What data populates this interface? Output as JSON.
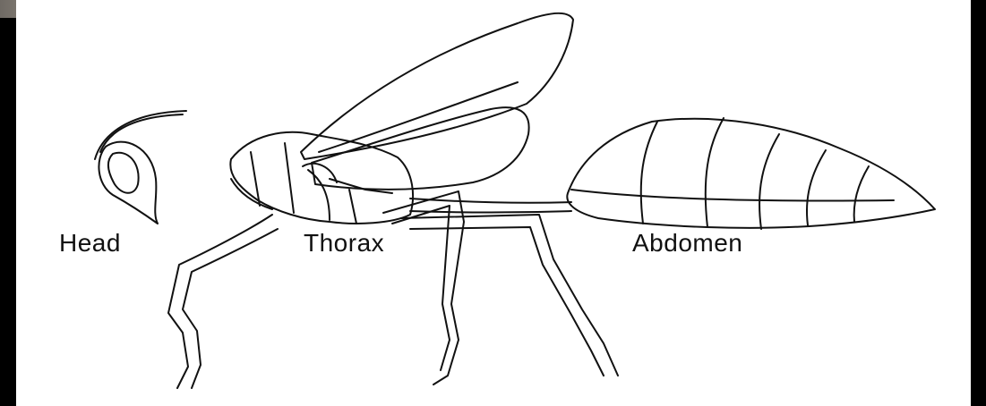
{
  "labels": {
    "head": "Head",
    "thorax": "Thorax",
    "abdomen": "Abdomen"
  },
  "colors": {
    "background": "#ffffff",
    "frame": "#000000",
    "ink": "#111111"
  }
}
